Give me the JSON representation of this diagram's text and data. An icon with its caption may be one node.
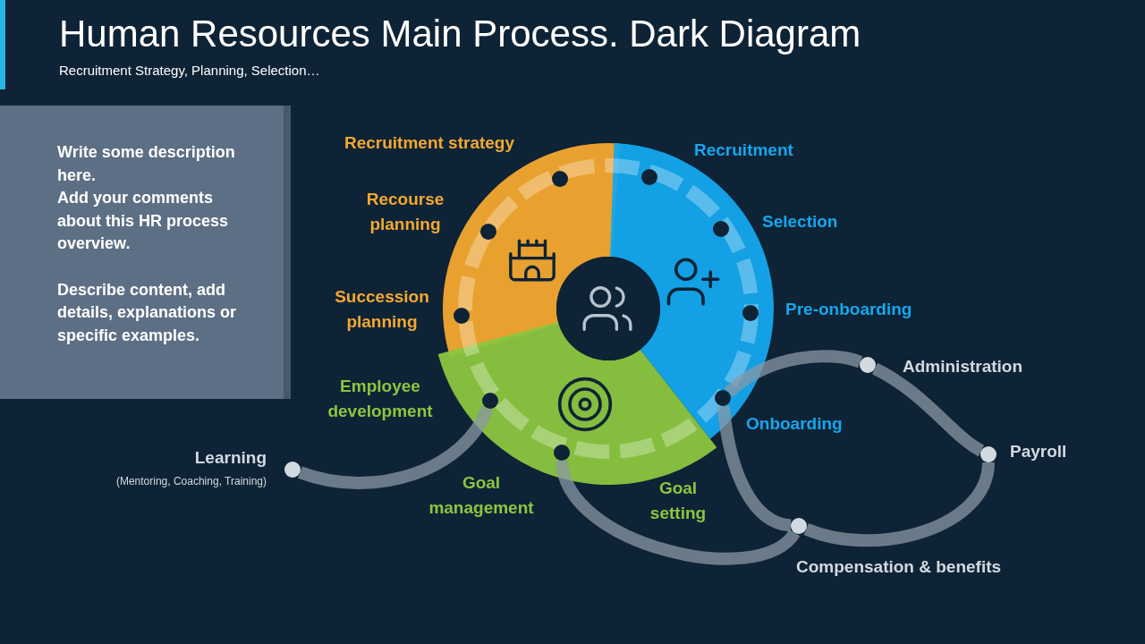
{
  "diagram": {
    "title": "Human Resources Main Process. Dark Diagram",
    "nodes": [
      {
        "text": [
          "Write some description here.",
          "Add your comments about this HR process overview.",
          "Describe content, add details, explanations or specific examples."
        ]
      },
      {
        "text": [],
        "shape": "circle",
        "beside": [
          "Recruitment strategy"
        ]
      },
      {
        "text": [],
        "shape": "circle",
        "beside": [
          "Recourse planning"
        ]
      },
      {
        "text": [],
        "shape": "circle",
        "beside": [
          "Succession planning"
        ]
      },
      {
        "text": [],
        "shape": "circle",
        "beside": [
          "Employee development"
        ]
      },
      {
        "text": [],
        "shape": "circle",
        "beside": [
          "Goal management"
        ]
      },
      {
        "text": [],
        "shape": "circle",
        "beside": [
          "Recruitment"
        ]
      },
      {
        "text": [],
        "shape": "circle",
        "beside": [
          "Selection"
        ]
      },
      {
        "text": [],
        "shape": "circle",
        "beside": [
          "Pre-onboarding"
        ]
      },
      {
        "text": [],
        "shape": "circle",
        "beside": [
          "Onboarding"
        ]
      },
      {
        "text": [],
        "shape": "circle",
        "beside": [
          "Learning",
          "(Mentoring, Coaching, Training)"
        ]
      },
      {
        "text": [],
        "shape": "circle",
        "beside": [
          "Administration"
        ]
      },
      {
        "text": [],
        "shape": "circle",
        "beside": [
          "Payroll"
        ]
      },
      {
        "text": [],
        "shape": "circle",
        "beside": [
          "Compensation & benefits"
        ]
      }
    ],
    "edges": [
      {
        "from": 4,
        "to": 10,
        "arrow": "none"
      },
      {
        "from": 9,
        "to": 11,
        "arrow": "none"
      },
      {
        "from": 11,
        "to": 12,
        "arrow": "none"
      },
      {
        "from": 12,
        "to": 13,
        "arrow": "none"
      },
      {
        "from": 9,
        "to": 13,
        "arrow": "none"
      },
      {
        "from": 5,
        "to": 13,
        "arrow": "none"
      }
    ],
    "labels": [
      "Recruitment Strategy, Planning, Selection…",
      "Goal setting"
    ]
  }
}
